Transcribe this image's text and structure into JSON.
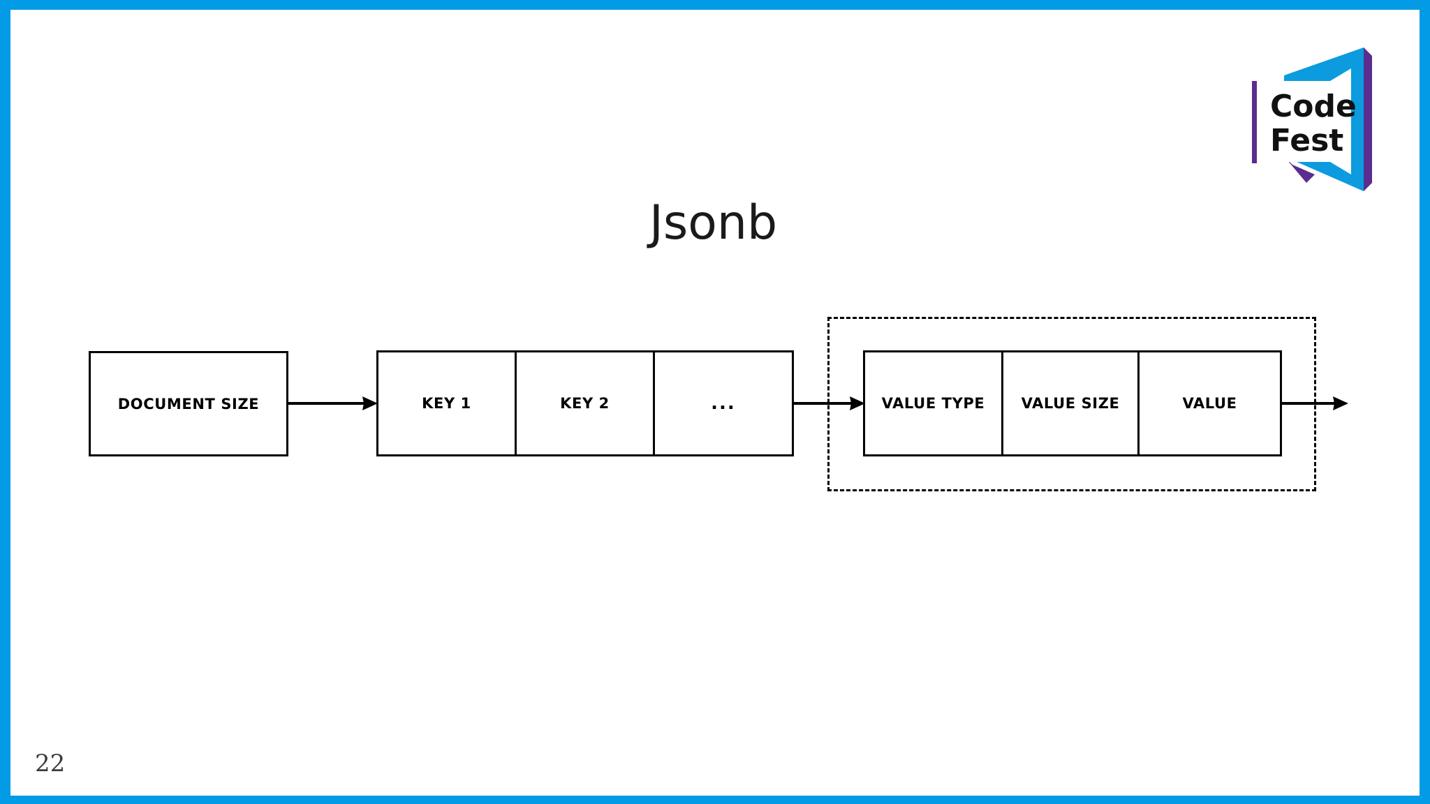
{
  "slide": {
    "title": "Jsonb",
    "page_number": "22",
    "border_color": "#039BE5",
    "background_color": "#FFFFFF"
  },
  "logo": {
    "name": "codefest-logo",
    "line1": "Code",
    "line2": "Fest",
    "blue": "#0C9BDE",
    "purple": "#5B2D8E",
    "text_color": "#111111"
  },
  "diagram": {
    "type": "jsonb-binary-layout",
    "header_box": {
      "label": "DOCUMENT SIZE"
    },
    "key_cells": [
      {
        "label": "KEY 1"
      },
      {
        "label": "KEY 2"
      },
      {
        "label": "..."
      }
    ],
    "value_group": {
      "dashed": true,
      "cells": [
        {
          "label": "VALUE TYPE"
        },
        {
          "label": "VALUE SIZE"
        },
        {
          "label": "VALUE"
        }
      ]
    },
    "arrows": [
      {
        "name": "arrow-doc-to-keys"
      },
      {
        "name": "arrow-keys-to-values"
      },
      {
        "name": "arrow-values-continue"
      }
    ],
    "stroke_color": "#000000"
  }
}
